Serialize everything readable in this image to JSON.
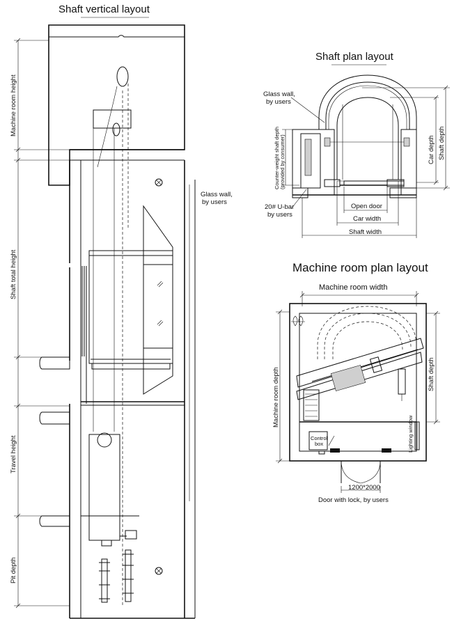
{
  "titles": {
    "vertical": "Shaft vertical layout",
    "shaft_plan": "Shaft plan layout",
    "machine_plan": "Machine room plan layout"
  },
  "vertical_labels": {
    "machine_room_height": "Machine room height",
    "shaft_total_height": "Shaft total height",
    "travel_height": "Travel height",
    "pit_depth": "Pit depth",
    "glass_wall_1": "Glass wall,",
    "glass_wall_2": "by users"
  },
  "shaft_plan_labels": {
    "glass_wall_1": "Glass wall,",
    "glass_wall_2": "by users",
    "cw_depth_1": "Counter-weight shaft depth",
    "cw_depth_2": "(provided by consumer)",
    "car_depth": "Car depth",
    "shaft_depth": "Shaft depth",
    "ubar_1": "20# U-bar",
    "ubar_2": "by users",
    "open_door": "Open door",
    "car_width": "Car width",
    "shaft_width": "Shaft width"
  },
  "machine_plan_labels": {
    "room_width": "Machine room width",
    "room_depth": "Machine room depth",
    "shaft_depth": "Shaft depth",
    "control_box_1": "Control",
    "control_box_2": "box",
    "lighting_window": "Lighting window",
    "door_size": "1200*2000",
    "door_note": "Door with lock, by users"
  }
}
